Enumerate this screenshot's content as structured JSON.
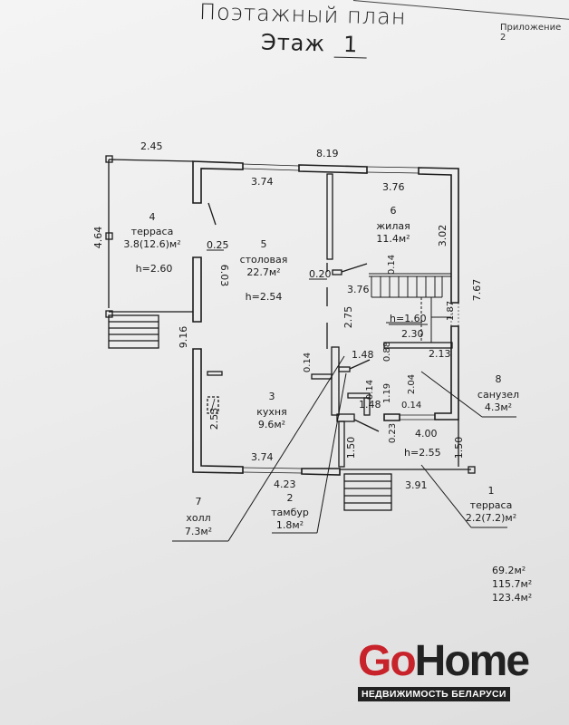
{
  "header": {
    "title": "Поэтажный план",
    "floor_label": "Этаж",
    "floor_number": "1",
    "appendix": "Приложение 2"
  },
  "dimensions": {
    "terrace_top_width": "2.45",
    "overall_width": "8.19",
    "terrace_left_height": "4.64",
    "dining_top": "3.74",
    "living_top": "3.76",
    "living_right": "3.02",
    "overall_height": "7.67",
    "wall_025": "0.25",
    "dining_height": "6.03",
    "partition_020": "0.20",
    "partition_014_top": "0.14",
    "stair_width": "3.76",
    "dining_corridor": "2.75",
    "stair_landing_h": "h=1.60",
    "stair_height": "1.87",
    "bath_top_2_30": "2.30",
    "bath_top_2_13": "2.13",
    "overall_left": "9.16",
    "hall_014": "0.14",
    "hall_148_top": "1.48",
    "hall_088": "0.88",
    "hall_014_b": "0.14",
    "hall_119": "1.19",
    "bath_204": "2.04",
    "bath_014": "0.14",
    "hall_148_bottom": "1.48",
    "kitchen_left": "2.53",
    "kitchen_bottom": "3.74",
    "vestibule_023": "0.23",
    "bath_bottom": "4.00",
    "vestibule_h": "h=2.55",
    "vestibule_150_left": "1.50",
    "vestibule_150_right": "1.50",
    "bottom_4_23": "4.23",
    "front_terrace_3_91": "3.91"
  },
  "rooms": [
    {
      "number": "1",
      "name": "терраса",
      "area": "2.2(7.2)м²"
    },
    {
      "number": "2",
      "name": "тамбур",
      "area": "1.8м²"
    },
    {
      "number": "3",
      "name": "кухня",
      "area": "9.6м²"
    },
    {
      "number": "4",
      "name": "терраса",
      "area": "3.8(12.6)м²",
      "height": "h=2.60"
    },
    {
      "number": "5",
      "name": "столовая",
      "area": "22.7м²",
      "height": "h=2.54"
    },
    {
      "number": "6",
      "name": "жилая",
      "area": "11.4м²"
    },
    {
      "number": "7",
      "name": "холл",
      "area": "7.3м²"
    },
    {
      "number": "8",
      "name": "санузел",
      "area": "4.3м²"
    }
  ],
  "totals": [
    "69.2м²",
    "115.7м²",
    "123.4м²"
  ],
  "logo": {
    "go": "Go",
    "home": "Home",
    "subtitle": "НЕДВИЖИМОСТЬ БЕЛАРУСИ",
    "brand_red": "#c8222a",
    "brand_dark": "#222222"
  }
}
